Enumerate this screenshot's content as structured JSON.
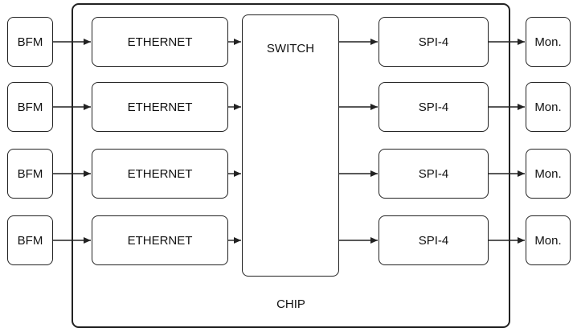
{
  "diagram": {
    "chip_label": "CHIP",
    "switch_label": "SWITCH",
    "lanes": [
      {
        "source": "BFM",
        "ethernet": "ETHERNET",
        "spi": "SPI-4",
        "monitor": "Mon."
      },
      {
        "source": "BFM",
        "ethernet": "ETHERNET",
        "spi": "SPI-4",
        "monitor": "Mon."
      },
      {
        "source": "BFM",
        "ethernet": "ETHERNET",
        "spi": "SPI-4",
        "monitor": "Mon."
      },
      {
        "source": "BFM",
        "ethernet": "ETHERNET",
        "spi": "SPI-4",
        "monitor": "Mon."
      }
    ],
    "colors": {
      "stroke": "#222222",
      "background": "#ffffff"
    }
  }
}
